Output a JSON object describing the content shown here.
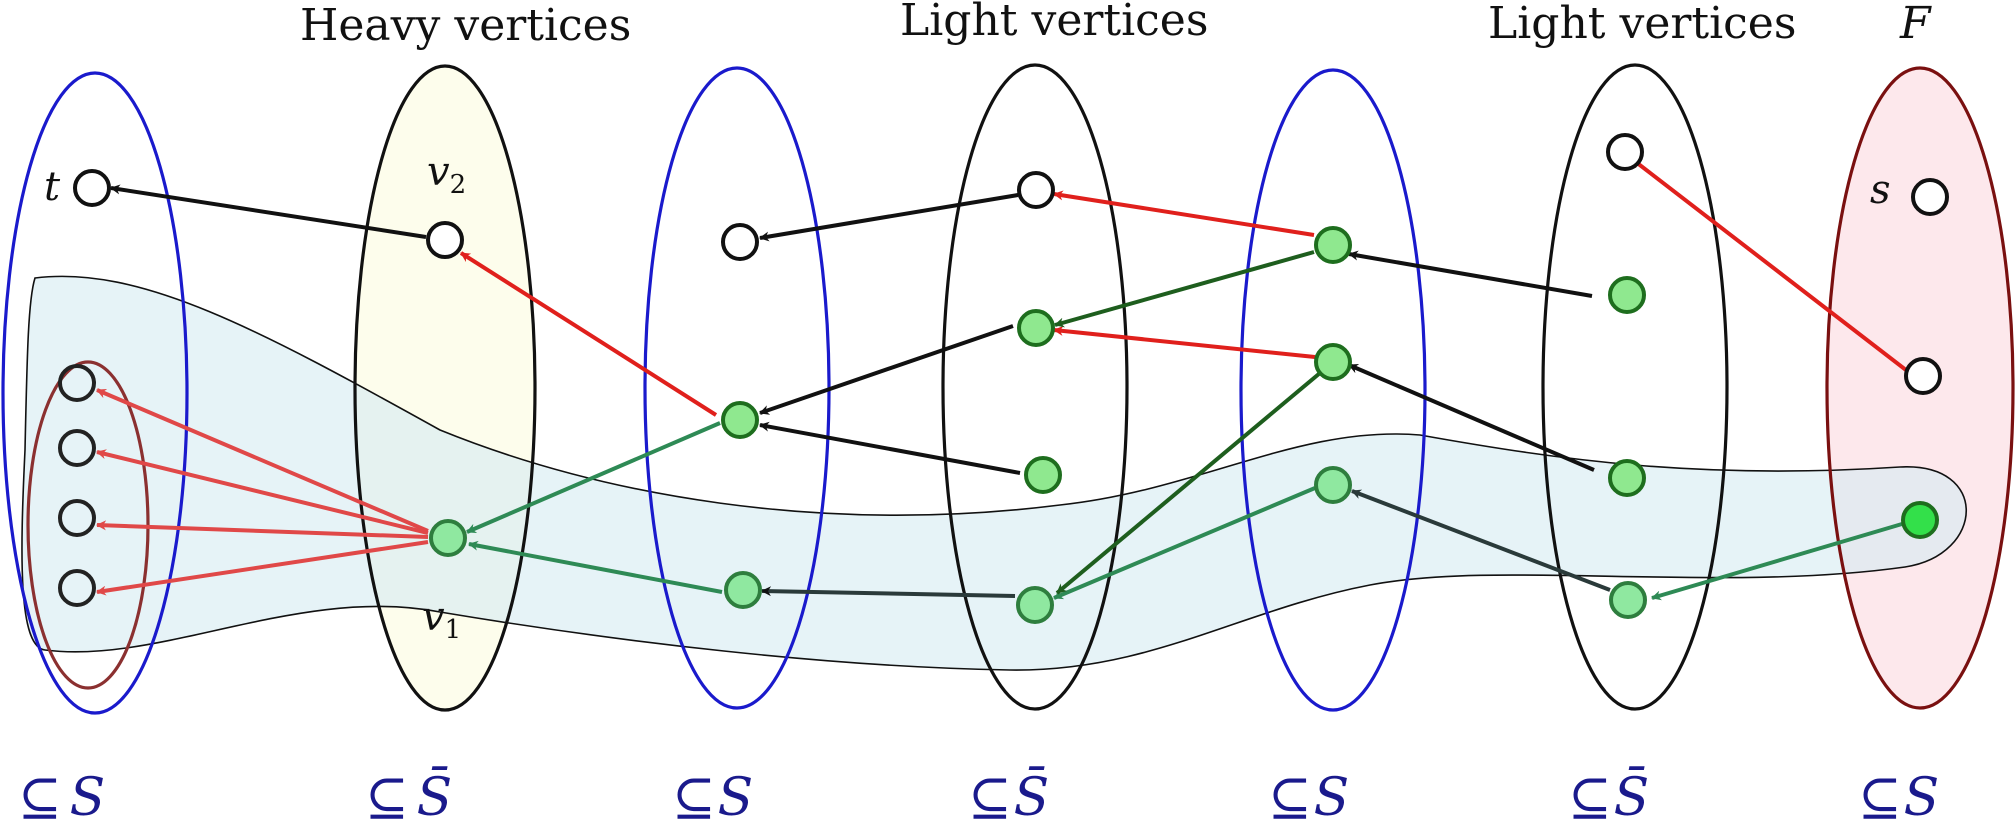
{
  "headers": {
    "heavy": "Heavy vertices",
    "light1": "Light vertices",
    "light2": "Light vertices",
    "f": "F"
  },
  "vertex_labels": {
    "t": "t",
    "s": "s",
    "v2": "v",
    "v2_sub": "2",
    "v1": "v",
    "v1_sub": "1"
  },
  "footers": {
    "subset_symbol": "⊆",
    "s": "S",
    "sbar": "S̄"
  },
  "colors": {
    "blue_set": "#1a1acc",
    "black_set": "#111111",
    "dark_red_set": "#7a1010",
    "heavy_fill": "#fdfdec",
    "f_fill": "#fde8ec",
    "band_fill": "#d6ebf2",
    "red_arrow": "#e0201c",
    "green_arrow": "#2e8a55",
    "dark_green_arrow": "#1e5e1e",
    "green_node": "#8fe88f",
    "bright_green_node": "#33e04a",
    "footer_blue": "#1a1a8c"
  }
}
